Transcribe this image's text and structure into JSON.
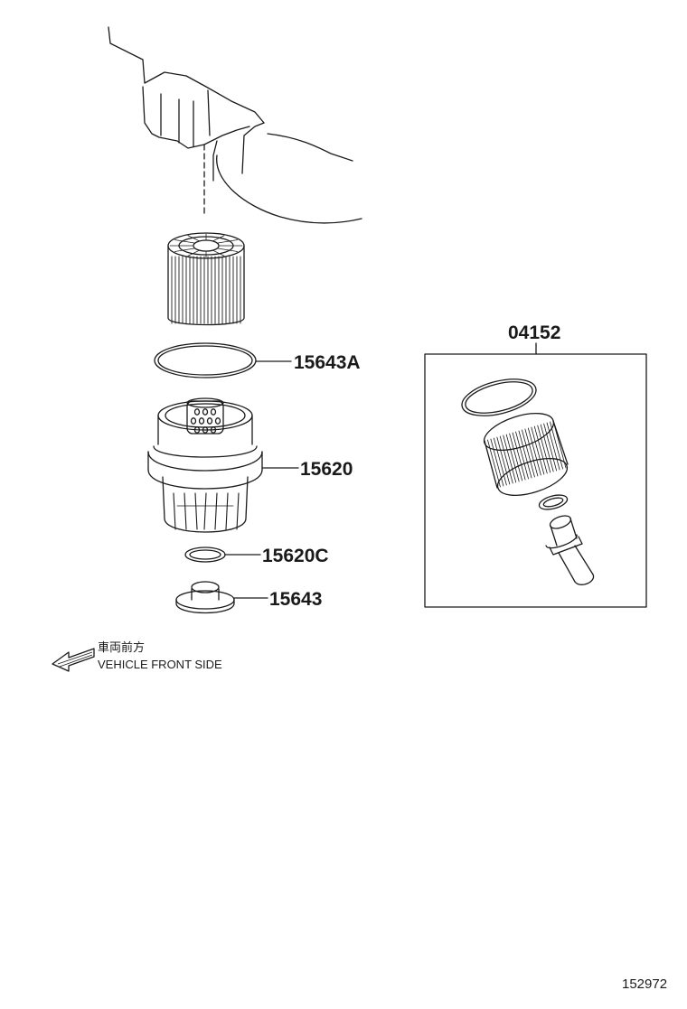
{
  "diagram": {
    "callouts": {
      "gasket_15643a": "15643A",
      "cap_assy_15620": "15620",
      "gasket_15620c": "15620C",
      "drain_plug_15643": "15643",
      "element_kit_04152": "04152"
    },
    "direction_note": {
      "japanese": "車両前方",
      "english": "VEHICLE FRONT SIDE"
    },
    "diagram_number": "152972"
  },
  "colors": {
    "line": "#1a1a1a",
    "background": "#ffffff"
  },
  "icons": {
    "direction": "front-direction-arrow-icon"
  }
}
